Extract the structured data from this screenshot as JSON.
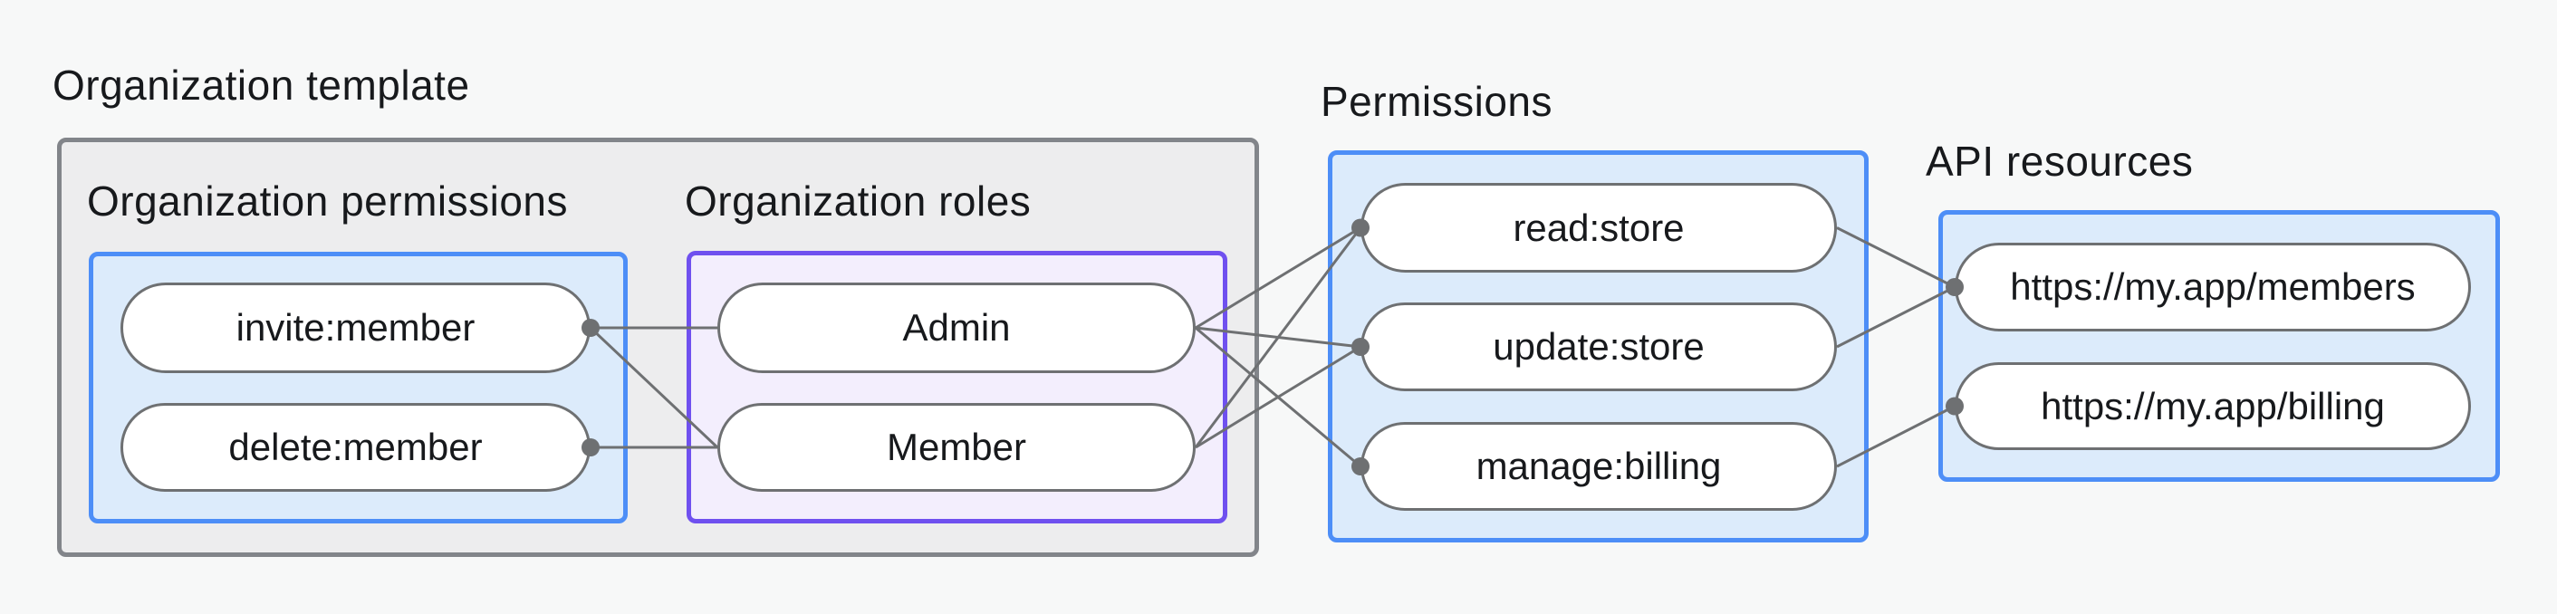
{
  "page": {
    "background": "#f7f8f8"
  },
  "colors": {
    "page_bg": "#f7f8f8",
    "container_fill": "#ededee",
    "container_border": "#82858a",
    "blue_fill": "#dcebfb",
    "blue_border": "#4d8ef7",
    "purple_fill": "#f3eefd",
    "purple_border": "#6f50ef",
    "pill_fill": "#ffffff",
    "pill_border": "#6e7072",
    "edge": "#6e7072",
    "heading_text": "#17191c",
    "pill_text": "#17191c"
  },
  "headings": {
    "organization_template": "Organization template",
    "organization_permissions": "Organization permissions",
    "organization_roles": "Organization roles",
    "permissions": "Permissions",
    "api_resources": "API resources"
  },
  "nodes": {
    "org_permissions": [
      {
        "id": "invite-member",
        "label": "invite:member"
      },
      {
        "id": "delete-member",
        "label": "delete:member"
      }
    ],
    "org_roles": [
      {
        "id": "admin",
        "label": "Admin"
      },
      {
        "id": "member",
        "label": "Member"
      }
    ],
    "permissions": [
      {
        "id": "read-store",
        "label": "read:store"
      },
      {
        "id": "update-store",
        "label": "update:store"
      },
      {
        "id": "manage-billing",
        "label": "manage:billing"
      }
    ],
    "api_resources": [
      {
        "id": "members-api",
        "label": "https://my.app/members"
      },
      {
        "id": "billing-api",
        "label": "https://my.app/billing"
      }
    ]
  },
  "edges": [
    {
      "from": "invite-member",
      "to": "admin",
      "dot": "source"
    },
    {
      "from": "invite-member",
      "to": "member",
      "dot": "source"
    },
    {
      "from": "delete-member",
      "to": "member",
      "dot": "source"
    },
    {
      "from": "admin",
      "to": "read-store",
      "dot": "target"
    },
    {
      "from": "admin",
      "to": "update-store",
      "dot": "target"
    },
    {
      "from": "admin",
      "to": "manage-billing",
      "dot": "target"
    },
    {
      "from": "member",
      "to": "read-store",
      "dot": "target"
    },
    {
      "from": "member",
      "to": "update-store",
      "dot": "target"
    },
    {
      "from": "read-store",
      "to": "members-api",
      "dot": "target"
    },
    {
      "from": "update-store",
      "to": "members-api",
      "dot": "target"
    },
    {
      "from": "manage-billing",
      "to": "billing-api",
      "dot": "target"
    }
  ],
  "edge_style": {
    "stroke_width": 3,
    "dot_radius": 10
  }
}
